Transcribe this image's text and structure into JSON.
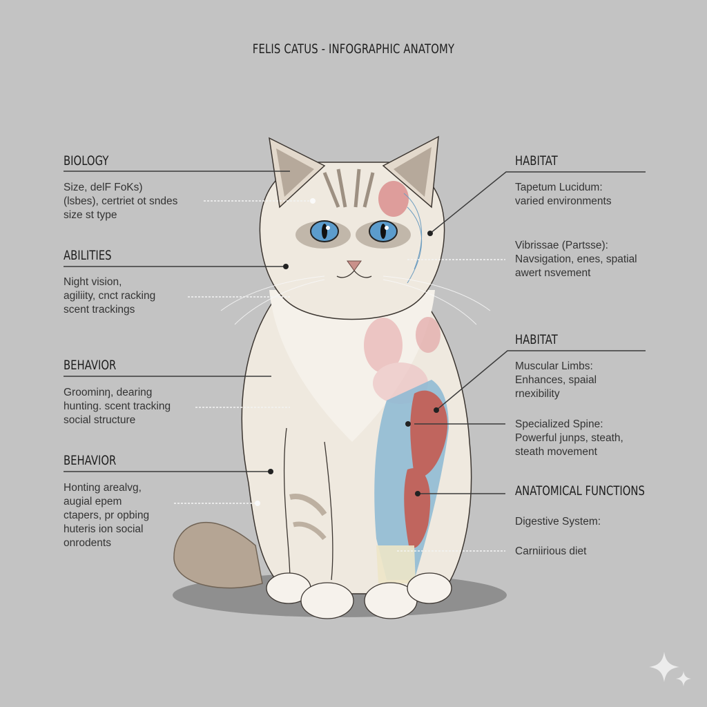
{
  "title": "FELIS CATUS - INFOGRAPHIC ANATOMY",
  "left_sections": [
    {
      "heading": "BIOLOGY",
      "text": "Size, delF FoKs)\n(lsbes), certriet ot sndes\nsize st type"
    },
    {
      "heading": "ABILITIES",
      "text": "Night vision,\nagiliity, cnct racking\nscent trackings"
    },
    {
      "heading": "BEHAVIOR",
      "text": "Groominŋ, dearing\nhunting. scent tracking\nsocial structure"
    },
    {
      "heading": "BEHAVIOR",
      "text": "Honting arealvg,\naugial epem\nctapers, pr opbing\nhuteris ion social\nonrodents"
    }
  ],
  "right_sections": [
    {
      "heading": "HABITAT",
      "text": "Tapetum Lucidum:\nvaried environments"
    },
    {
      "heading": "",
      "text": "Vibrissae (Partsse):\nNavsigation, enes, spatial\nawert nsvement"
    },
    {
      "heading": "HABITAT",
      "text": "Muscular Limbs:\nEnhances, spaial\nrnexibility"
    },
    {
      "heading": "",
      "text": "Specialized Spine:\nPowerful junps, steath,\nsteath movement"
    },
    {
      "heading": "ANATOMICAL FUNCTIONS",
      "text": "Digestive System:"
    },
    {
      "heading": "",
      "text": "Carniirious diet"
    }
  ],
  "colors": {
    "background": "#c3c3c3",
    "fur": "#efe9df",
    "fur_markings": "#8a7a6a",
    "eyes": "#5c9ccc",
    "muscle": "#c0655e",
    "fascia": "#8bb8d4",
    "organs": "#e6b8b8"
  },
  "icons": {
    "watermark": "sparkle-icon"
  }
}
